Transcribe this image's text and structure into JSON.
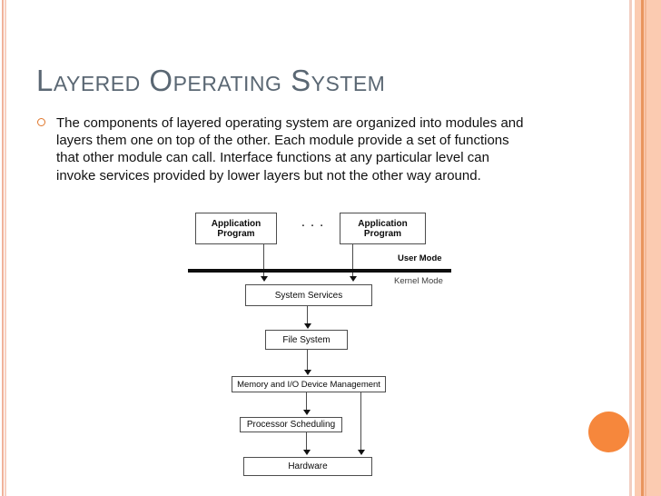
{
  "slide": {
    "title": "Layered Operating System",
    "body_text": "The components of layered operating system are organized into modules and\nlayers them one on top of the other. Each module provide a set of functions\nthat other module can call. Interface functions at any particular level can\ninvoke services provided by lower layers but not the other way around."
  },
  "diagram": {
    "app_program": "Application\nProgram",
    "ellipsis": ". . .",
    "user_mode": "User Mode",
    "kernel_mode": "Kernel Mode",
    "system_services": "System Services",
    "file_system": "File System",
    "memory_io": "Memory and I/O Device Management",
    "processor_scheduling": "Processor Scheduling",
    "hardware": "Hardware"
  },
  "theme": {
    "accent_orange": "#F6873C",
    "bullet_orange": "#E0762A",
    "title_color": "#5A6773",
    "stripe_band": "#FBCBB1",
    "stripe_line": "#E9955E",
    "stripe_thin": "#F2CEC1",
    "stripe_soft": "#F3B795",
    "stripe_left_a": "#F0B29A",
    "stripe_left_b": "#F7D0C1"
  }
}
